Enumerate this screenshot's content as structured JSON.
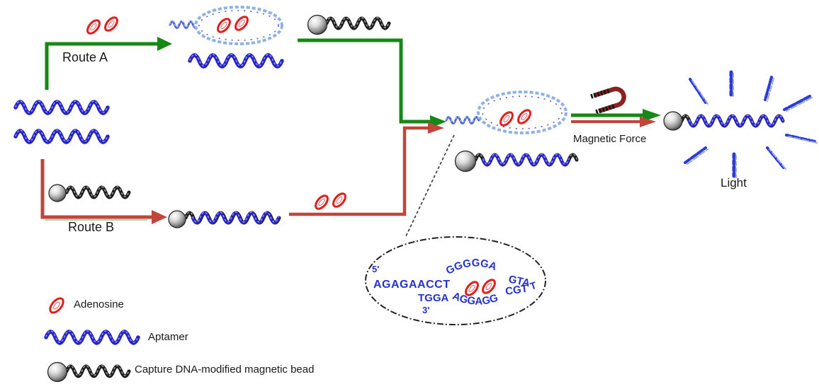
{
  "labels": {
    "route_a": "Route A",
    "route_b": "Route B",
    "magnetic_force": "Magnetic Force",
    "light": "Light"
  },
  "legend": {
    "adenosine": "Adenosine",
    "aptamer": "Aptamer",
    "capture_bead": "Capture DNA-modified magnetic bead"
  },
  "sequence": {
    "five_prime": "5'",
    "left_strand": "AGAGAACCT",
    "top_loop": "GGGGGA",
    "right_top": "GTA",
    "right_t": "T",
    "right_bottom": "CGT",
    "bottom_left": "TGGA",
    "bottom_loop": "AGGAGG",
    "three_prime": "3'"
  },
  "icons": {
    "adenosine": "red-tilted-oval-icon",
    "aptamer": "blue-helix-wave-icon",
    "capture_bead": "gray-sphere-black-helix-icon",
    "magnet": "horseshoe-magnet-icon",
    "light_rays": "radiating-blue-rays-icon"
  },
  "colors": {
    "route_a_green": "#168816",
    "route_b_red": "#c0453a",
    "adenosine_red": "#e01f1f",
    "aptamer_blue": "#2424c6",
    "aptamer_highlight": "#8f8fee",
    "loop_light_blue": "#8fb2e6",
    "loop_dark_blue": "#4c5fd0",
    "capture_black": "#1c1c1c",
    "capture_highlight": "#9a9a9a",
    "sequence_blue": "#2433cc",
    "ray_blue": "#2b3bd4",
    "ray_light": "#97a6ec",
    "magnet_maroon": "#8a2222",
    "label_black": "#1a1a1a"
  }
}
